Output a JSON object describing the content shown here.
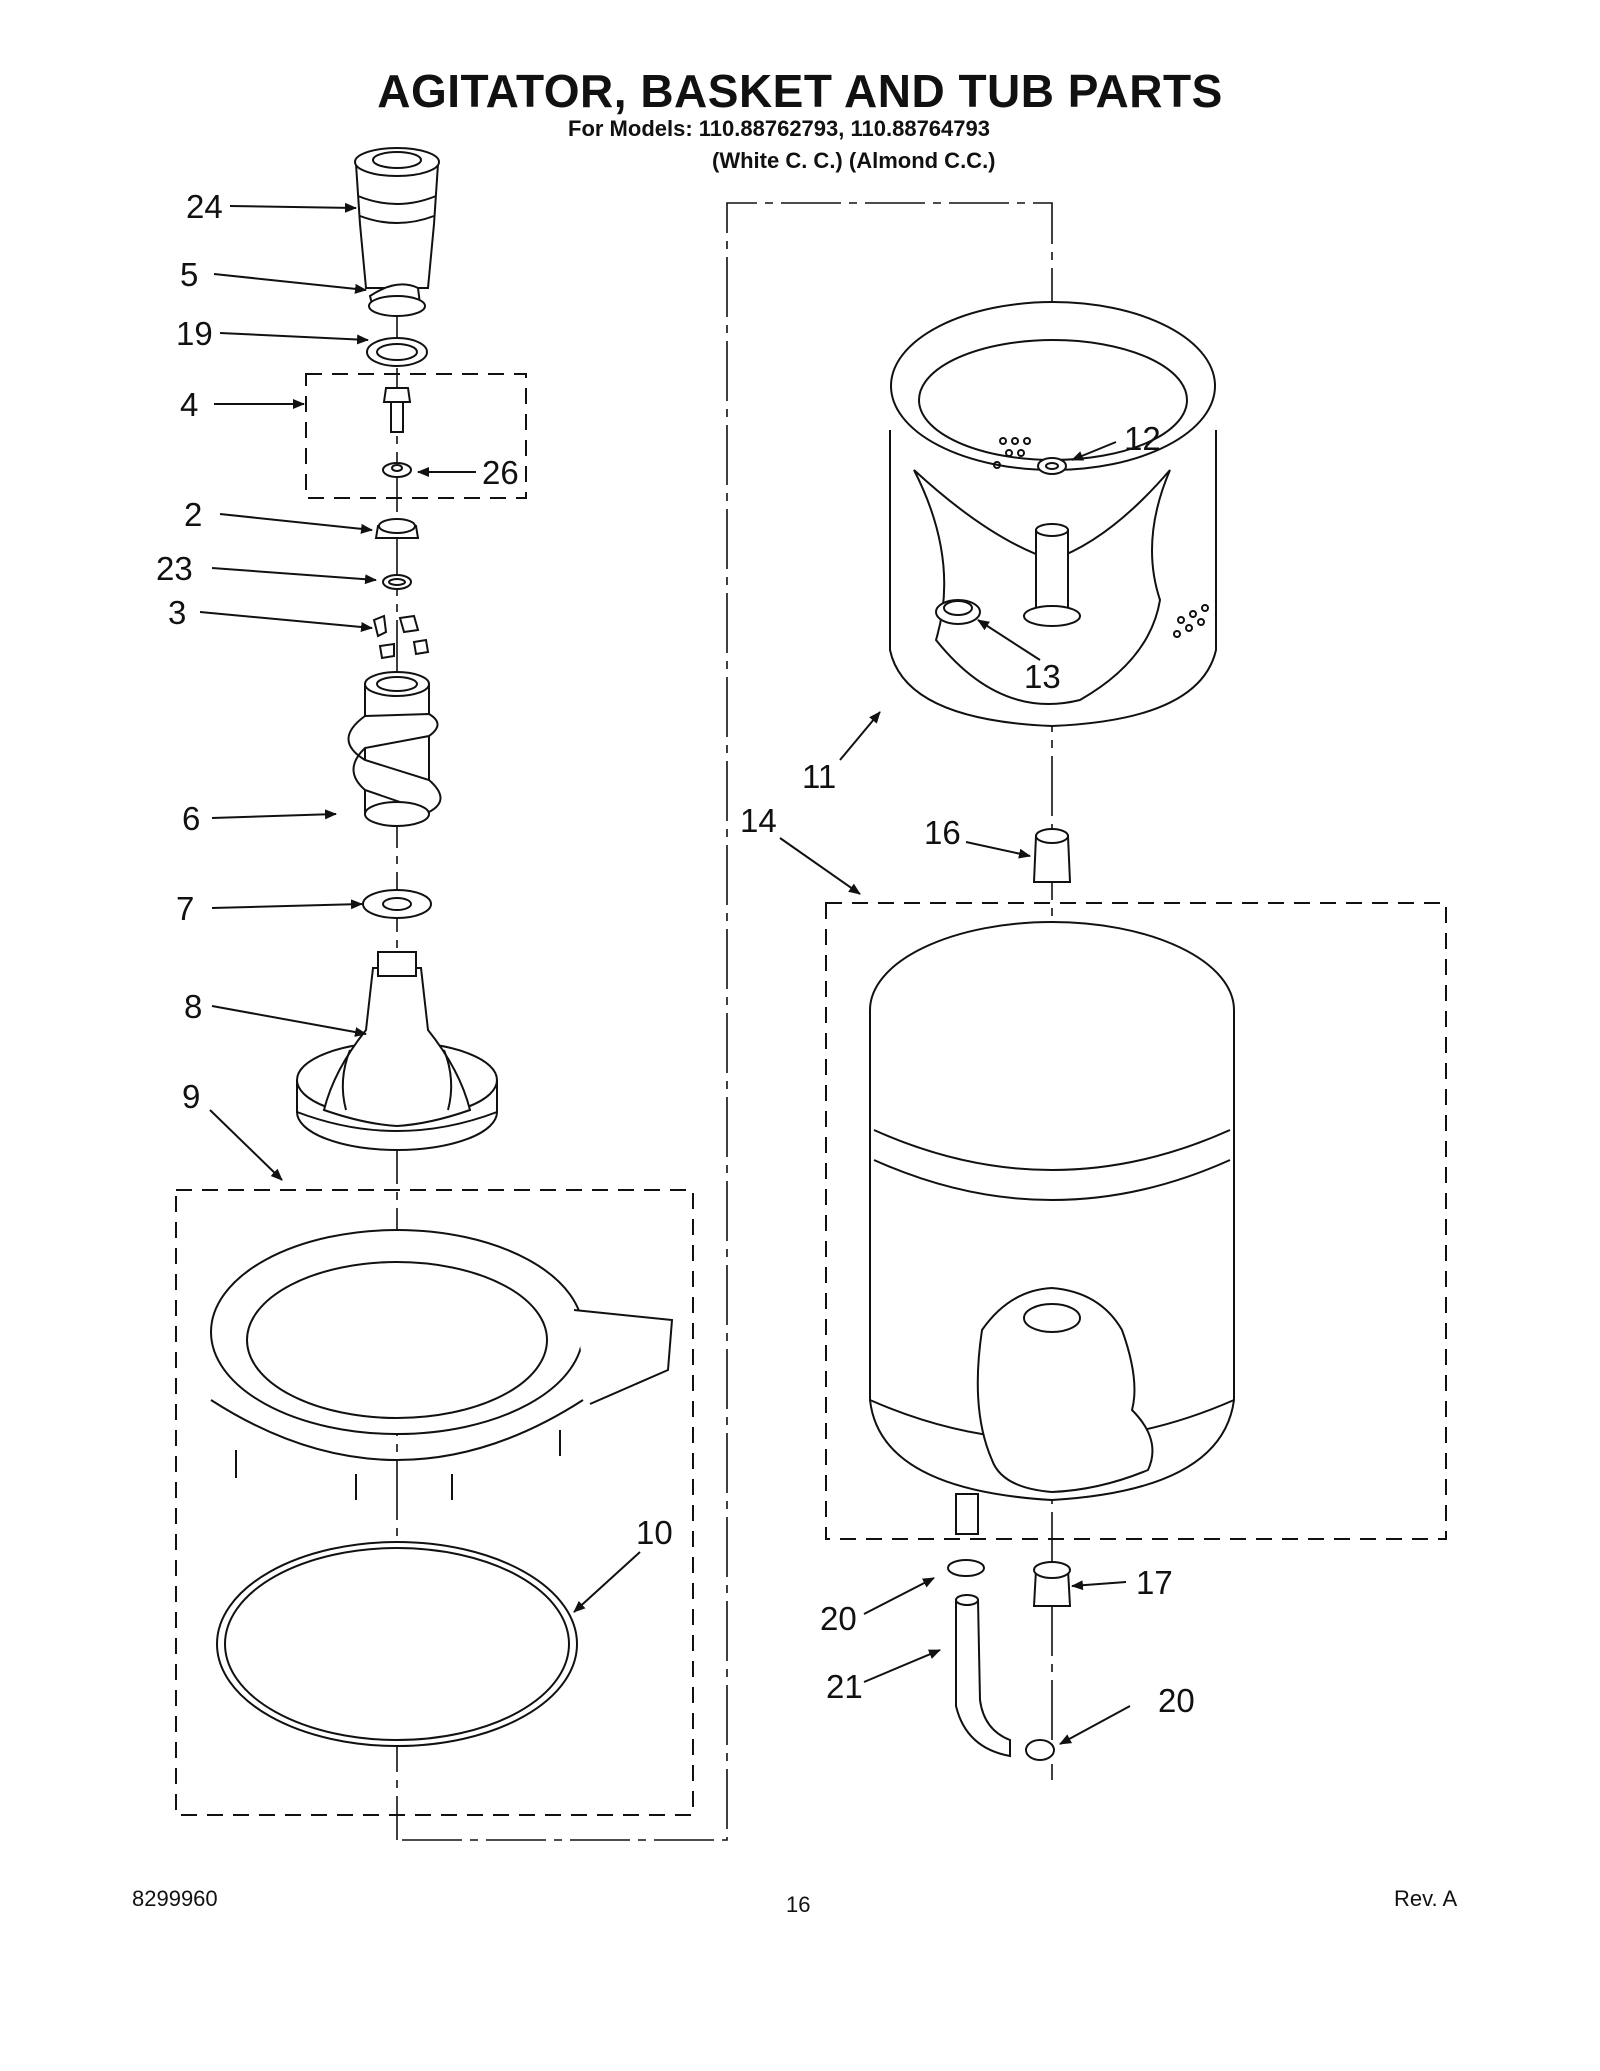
{
  "header": {
    "title": "AGITATOR, BASKET AND TUB PARTS",
    "models": "For Models: 110.88762793, 110.88764793",
    "colors": "(White C. C.)  (Almond C.C.)"
  },
  "callouts": {
    "p24": "24",
    "p5": "5",
    "p19": "19",
    "p4": "4",
    "p26": "26",
    "p2": "2",
    "p23": "23",
    "p3": "3",
    "p6": "6",
    "p7": "7",
    "p8": "8",
    "p9": "9",
    "p10": "10",
    "p12": "12",
    "p13": "13",
    "p11": "11",
    "p14": "14",
    "p16": "16",
    "p17": "17",
    "p20a": "20",
    "p21": "21",
    "p20b": "20"
  },
  "footer": {
    "part_number": "8299960",
    "page": "16",
    "revision": "Rev. A"
  }
}
